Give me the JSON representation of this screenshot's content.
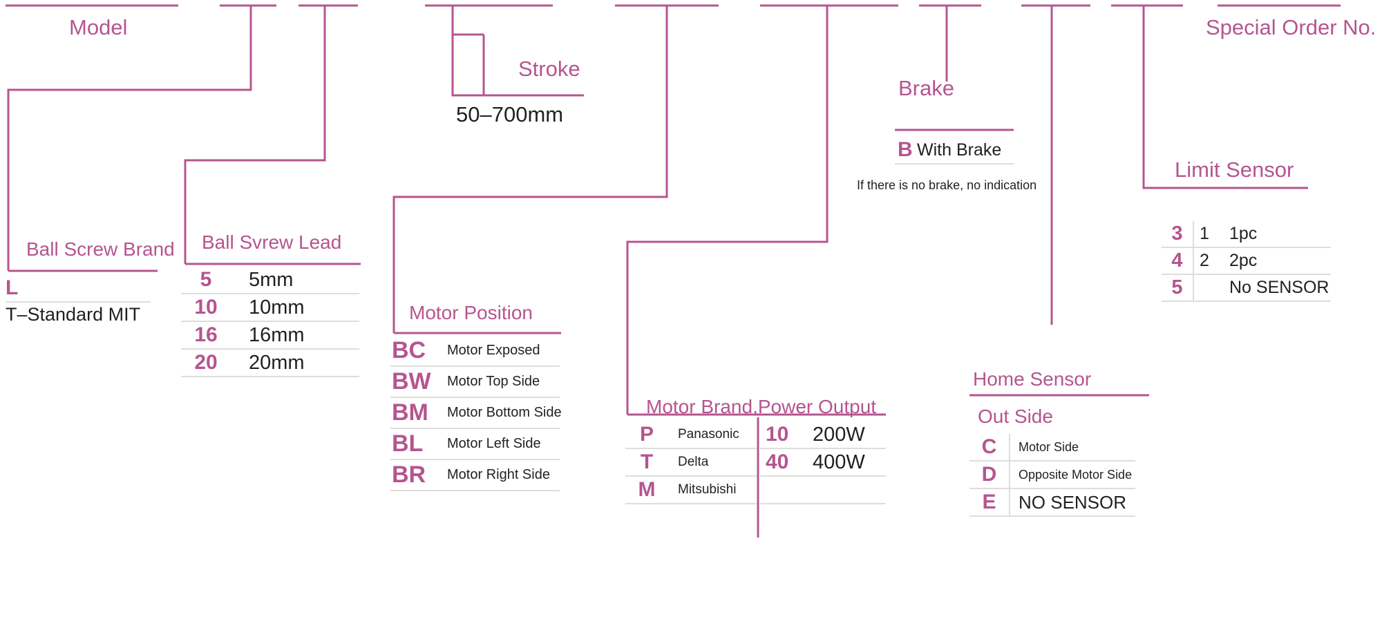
{
  "diagram": {
    "title_hidden": "",
    "accent_color": "#b5558f",
    "text_color": "#231f20",
    "rule_color": "#dddddd"
  },
  "sections": {
    "model": {
      "label": "Model"
    },
    "stroke": {
      "label": "Stroke",
      "value": "50–700mm"
    },
    "brake": {
      "label": "Brake",
      "rows": [
        {
          "code": "B",
          "desc": "With Brake"
        }
      ],
      "note": "If there is no brake, no indication"
    },
    "special_order": {
      "label": "Special Order No."
    },
    "limit_sensor": {
      "label": "Limit Sensor",
      "rows": [
        {
          "code": "3",
          "num": "1",
          "desc": "1pc"
        },
        {
          "code": "4",
          "num": "2",
          "desc": "2pc"
        },
        {
          "code": "5",
          "num": "",
          "desc": "No SENSOR"
        }
      ]
    },
    "ball_screw_brand": {
      "label": "Ball Screw Brand",
      "rows": [
        {
          "code": "L",
          "desc": "T–Standard MIT"
        }
      ]
    },
    "ball_screw_lead": {
      "label": "Ball Svrew Lead",
      "rows": [
        {
          "code": "5",
          "desc": "5mm"
        },
        {
          "code": "10",
          "desc": "10mm"
        },
        {
          "code": "16",
          "desc": "16mm"
        },
        {
          "code": "20",
          "desc": "20mm"
        }
      ]
    },
    "motor_position": {
      "label": "Motor Position",
      "rows": [
        {
          "code": "BC",
          "desc": "Motor Exposed"
        },
        {
          "code": "BW",
          "desc": "Motor Top Side"
        },
        {
          "code": "BM",
          "desc": "Motor Bottom Side"
        },
        {
          "code": "BL",
          "desc": "Motor Left Side"
        },
        {
          "code": "BR",
          "desc": "Motor Right Side"
        }
      ]
    },
    "motor_brand_power": {
      "label": "Motor Brand,Power Output",
      "brand_rows": [
        {
          "code": "P",
          "desc": "Panasonic"
        },
        {
          "code": "T",
          "desc": "Delta"
        },
        {
          "code": "M",
          "desc": "Mitsubishi"
        }
      ],
      "power_rows": [
        {
          "code": "10",
          "desc": "200W"
        },
        {
          "code": "40",
          "desc": "400W"
        },
        {
          "code": "",
          "desc": ""
        }
      ]
    },
    "home_sensor": {
      "label": "Home Sensor",
      "sub_label": "Out Side",
      "rows": [
        {
          "code": "C",
          "desc": "Motor Side"
        },
        {
          "code": "D",
          "desc": "Opposite Motor Side"
        },
        {
          "code": "E",
          "desc": "NO SENSOR"
        }
      ]
    }
  }
}
